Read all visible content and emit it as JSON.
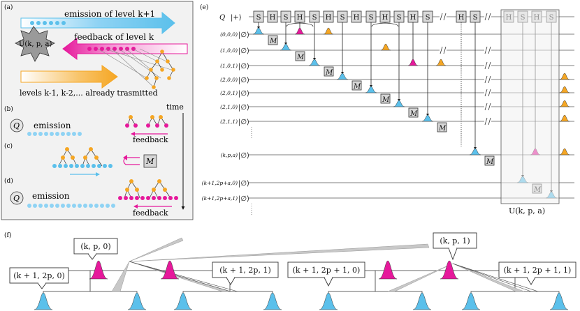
{
  "panels": {
    "a": "(a)",
    "b": "(b)",
    "c": "(c)",
    "d": "(d)",
    "e": "(e)",
    "f": "(f)"
  },
  "panel_a": {
    "emission": "emission of level k+1",
    "feedback": "feedback of level k",
    "unit": "U(k, p, a)",
    "levels": "levels k-1, k-2,... already trasmitted"
  },
  "panel_b": {
    "q": "Q",
    "emission": "emission",
    "feedback": "feedback",
    "time": "time"
  },
  "panel_c": {
    "m": "M"
  },
  "panel_d": {
    "q": "Q",
    "emission": "emission",
    "feedback": "feedback"
  },
  "panel_e": {
    "q_label": "Q",
    "q_ket": "|+⟩",
    "rows": [
      {
        "label": "(0,0,0)",
        "ket": "|∅⟩"
      },
      {
        "label": "(1,0,0)",
        "ket": "|∅⟩"
      },
      {
        "label": "(1,0,1)",
        "ket": "|∅⟩"
      },
      {
        "label": "(2,0,0)",
        "ket": "|∅⟩"
      },
      {
        "label": "(2,0,1)",
        "ket": "|∅⟩"
      },
      {
        "label": "(2,1,0)",
        "ket": "|∅⟩"
      },
      {
        "label": "(2,1,1)",
        "ket": "|∅⟩"
      },
      {
        "label": "(k,p,a)",
        "ket": "|∅⟩"
      },
      {
        "label": "(k+1,2p+a,0)",
        "ket": "|∅⟩"
      },
      {
        "label": "(k+1,2p+a,1)",
        "ket": "|∅⟩"
      }
    ],
    "gates_s": "S",
    "gates_h": "H",
    "m": "M",
    "unit": "U(k, p, a)"
  },
  "panel_f": {
    "labels": [
      "(k, p, 0)",
      "(k, p, 1)",
      "(k + 1, 2p, 0)",
      "(k + 1, 2p, 1)",
      "(k + 1, 2p + 1, 0)",
      "(k + 1, 2p + 1, 1)"
    ]
  },
  "colors": {
    "cyan": "#5bc0eb",
    "magenta": "#e6199b",
    "orange": "#f5a623",
    "panel_bg": "#f2f2f2"
  }
}
